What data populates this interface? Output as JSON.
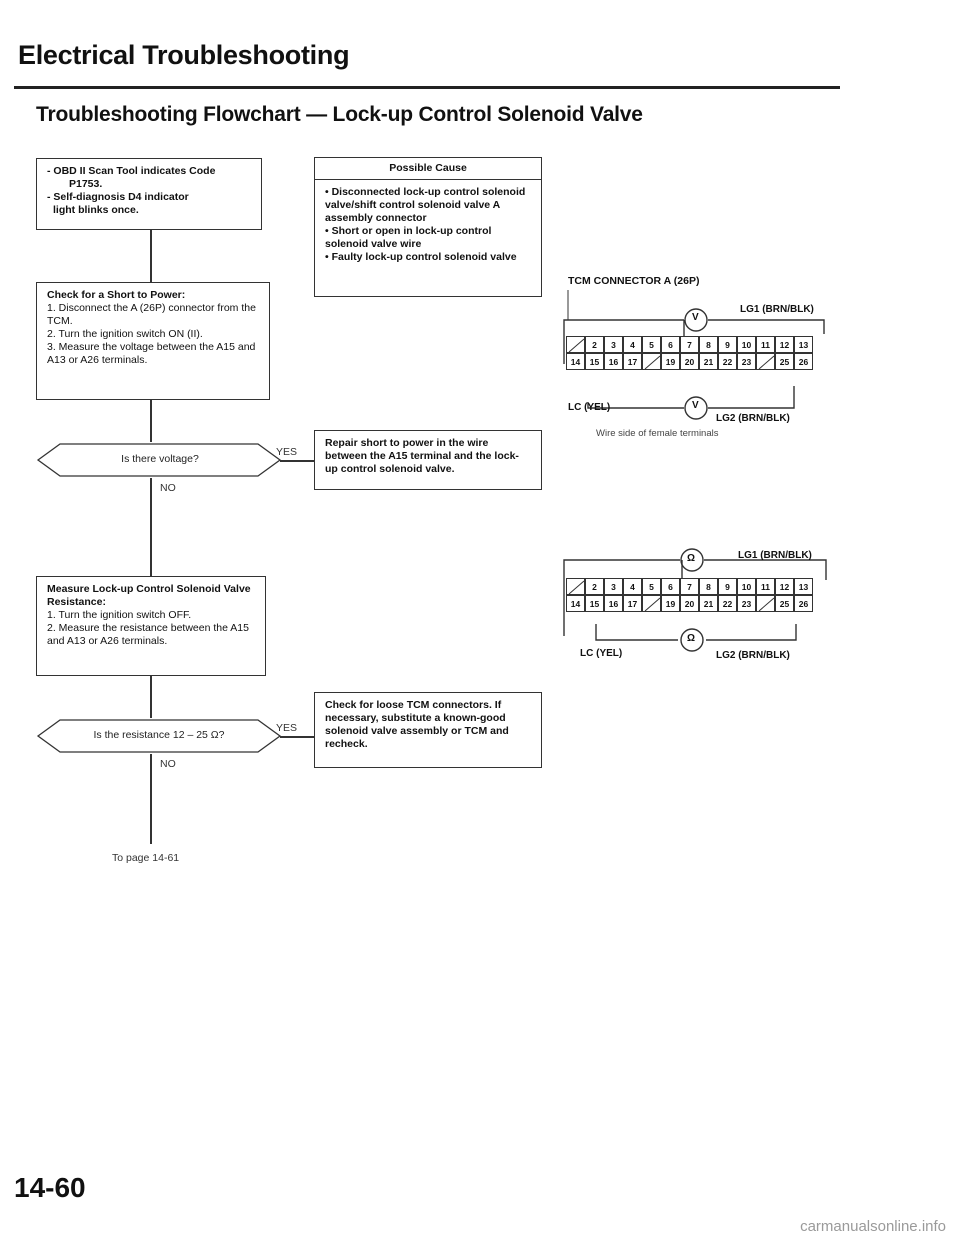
{
  "header": {
    "title": "Electrical Troubleshooting",
    "subtitle": "Troubleshooting Flowchart — Lock-up Control Solenoid Valve"
  },
  "start_box": {
    "line1": "- OBD II Scan Tool indicates Code",
    "line2": "P1753.",
    "line3": "- Self-diagnosis D4 indicator",
    "line4": "light blinks once."
  },
  "possible_cause": {
    "heading": "Possible Cause",
    "items": [
      "• Disconnected lock-up control solenoid valve/shift control solenoid valve A assembly connector",
      "• Short or open in lock-up control solenoid valve wire",
      "• Faulty lock-up control solenoid valve"
    ]
  },
  "short_check": {
    "title": "Check for a Short to Power:",
    "steps": [
      "1. Disconnect the A (26P) connector from the TCM.",
      "2. Turn the ignition switch ON (II).",
      "3. Measure the voltage between the A15 and A13 or A26 terminals."
    ]
  },
  "decision1": {
    "text": "Is there voltage?",
    "yes": "YES",
    "no": "NO"
  },
  "repair_box": {
    "text": "Repair short to power in the wire between the A15 terminal and the lock-up control solenoid valve."
  },
  "resistance_check": {
    "title": "Measure Lock-up Control Solenoid Valve Resistance:",
    "steps": [
      "1. Turn the ignition switch OFF.",
      "2. Measure the resistance between the A15 and A13 or A26 terminals."
    ]
  },
  "decision2": {
    "text": "Is the resistance 12 – 25 Ω?",
    "yes": "YES",
    "no": "NO"
  },
  "tcm_box": {
    "text": "Check for loose TCM connectors. If necessary, substitute a known-good solenoid valve assembly or TCM and recheck."
  },
  "to_page": "To page 14-61",
  "connector1": {
    "title": "TCM CONNECTOR A (26P)",
    "meter": "V",
    "lg1": "LG1 (BRN/BLK)",
    "lg2": "LG2 (BRN/BLK)",
    "lc": "LC (YEL)",
    "caption": "Wire side of female terminals",
    "row1": [
      "",
      "2",
      "3",
      "4",
      "5",
      "6",
      "7",
      "8",
      "9",
      "10",
      "11",
      "12",
      "13"
    ],
    "row2": [
      "14",
      "15",
      "16",
      "17",
      "",
      "19",
      "20",
      "21",
      "22",
      "23",
      "",
      "25",
      "26"
    ]
  },
  "connector2": {
    "meter": "Ω",
    "lg1": "LG1 (BRN/BLK)",
    "lg2": "LG2 (BRN/BLK)",
    "lc": "LC (YEL)",
    "row1": [
      "",
      "2",
      "3",
      "4",
      "5",
      "6",
      "7",
      "8",
      "9",
      "10",
      "11",
      "12",
      "13"
    ],
    "row2": [
      "14",
      "15",
      "16",
      "17",
      "",
      "19",
      "20",
      "21",
      "22",
      "23",
      "",
      "25",
      "26"
    ]
  },
  "page_number": "14-60",
  "watermark": "carmanualsonline.info"
}
